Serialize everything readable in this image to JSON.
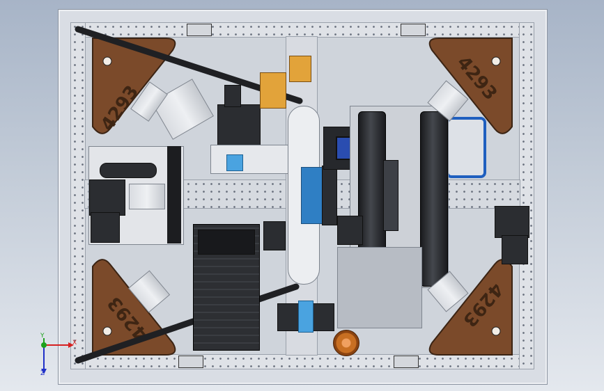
{
  "cad_view": {
    "team_number_label": "4293",
    "triad": {
      "x_label": "X",
      "y_label": "Y",
      "z_label": "Z"
    }
  },
  "colors": {
    "background_top": "#a7b4c7",
    "background_bottom": "#e4e8ee",
    "corner_plate": "#7b4a2a",
    "accent_blue": "#2f7fc4",
    "axis_x": "#d62020",
    "axis_y": "#1da11d",
    "axis_z": "#2030c8"
  }
}
